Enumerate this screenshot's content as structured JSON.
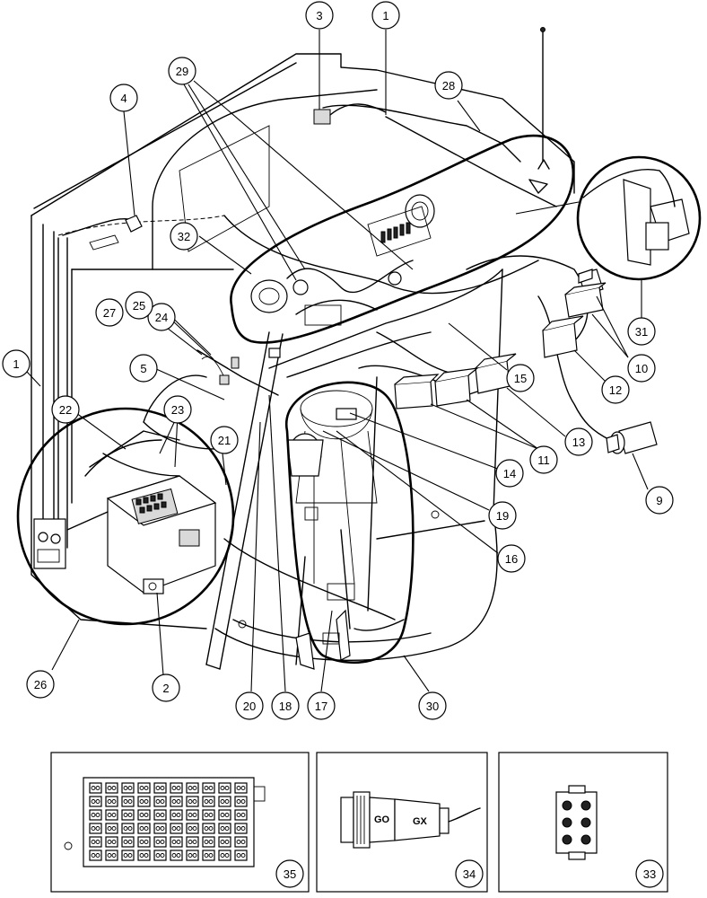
{
  "callouts": [
    {
      "id": "c1a",
      "label": "1"
    },
    {
      "id": "c1b",
      "label": "1"
    },
    {
      "id": "c2",
      "label": "2"
    },
    {
      "id": "c3",
      "label": "3"
    },
    {
      "id": "c4",
      "label": "4"
    },
    {
      "id": "c5",
      "label": "5"
    },
    {
      "id": "c9",
      "label": "9"
    },
    {
      "id": "c10",
      "label": "10"
    },
    {
      "id": "c11",
      "label": "11"
    },
    {
      "id": "c12",
      "label": "12"
    },
    {
      "id": "c13",
      "label": "13"
    },
    {
      "id": "c14",
      "label": "14"
    },
    {
      "id": "c15",
      "label": "15"
    },
    {
      "id": "c16",
      "label": "16"
    },
    {
      "id": "c17",
      "label": "17"
    },
    {
      "id": "c18",
      "label": "18"
    },
    {
      "id": "c19",
      "label": "19"
    },
    {
      "id": "c20",
      "label": "20"
    },
    {
      "id": "c21",
      "label": "21"
    },
    {
      "id": "c22",
      "label": "22"
    },
    {
      "id": "c23",
      "label": "23"
    },
    {
      "id": "c24",
      "label": "24"
    },
    {
      "id": "c25",
      "label": "25"
    },
    {
      "id": "c26",
      "label": "26"
    },
    {
      "id": "c27",
      "label": "27"
    },
    {
      "id": "c28",
      "label": "28"
    },
    {
      "id": "c29",
      "label": "29"
    },
    {
      "id": "c30",
      "label": "30"
    },
    {
      "id": "c31",
      "label": "31"
    },
    {
      "id": "c32",
      "label": "32"
    },
    {
      "id": "c33",
      "label": "33"
    },
    {
      "id": "c34",
      "label": "34"
    },
    {
      "id": "c35",
      "label": "35"
    }
  ],
  "connector_marks": {
    "left": "GO",
    "right": "GX"
  }
}
